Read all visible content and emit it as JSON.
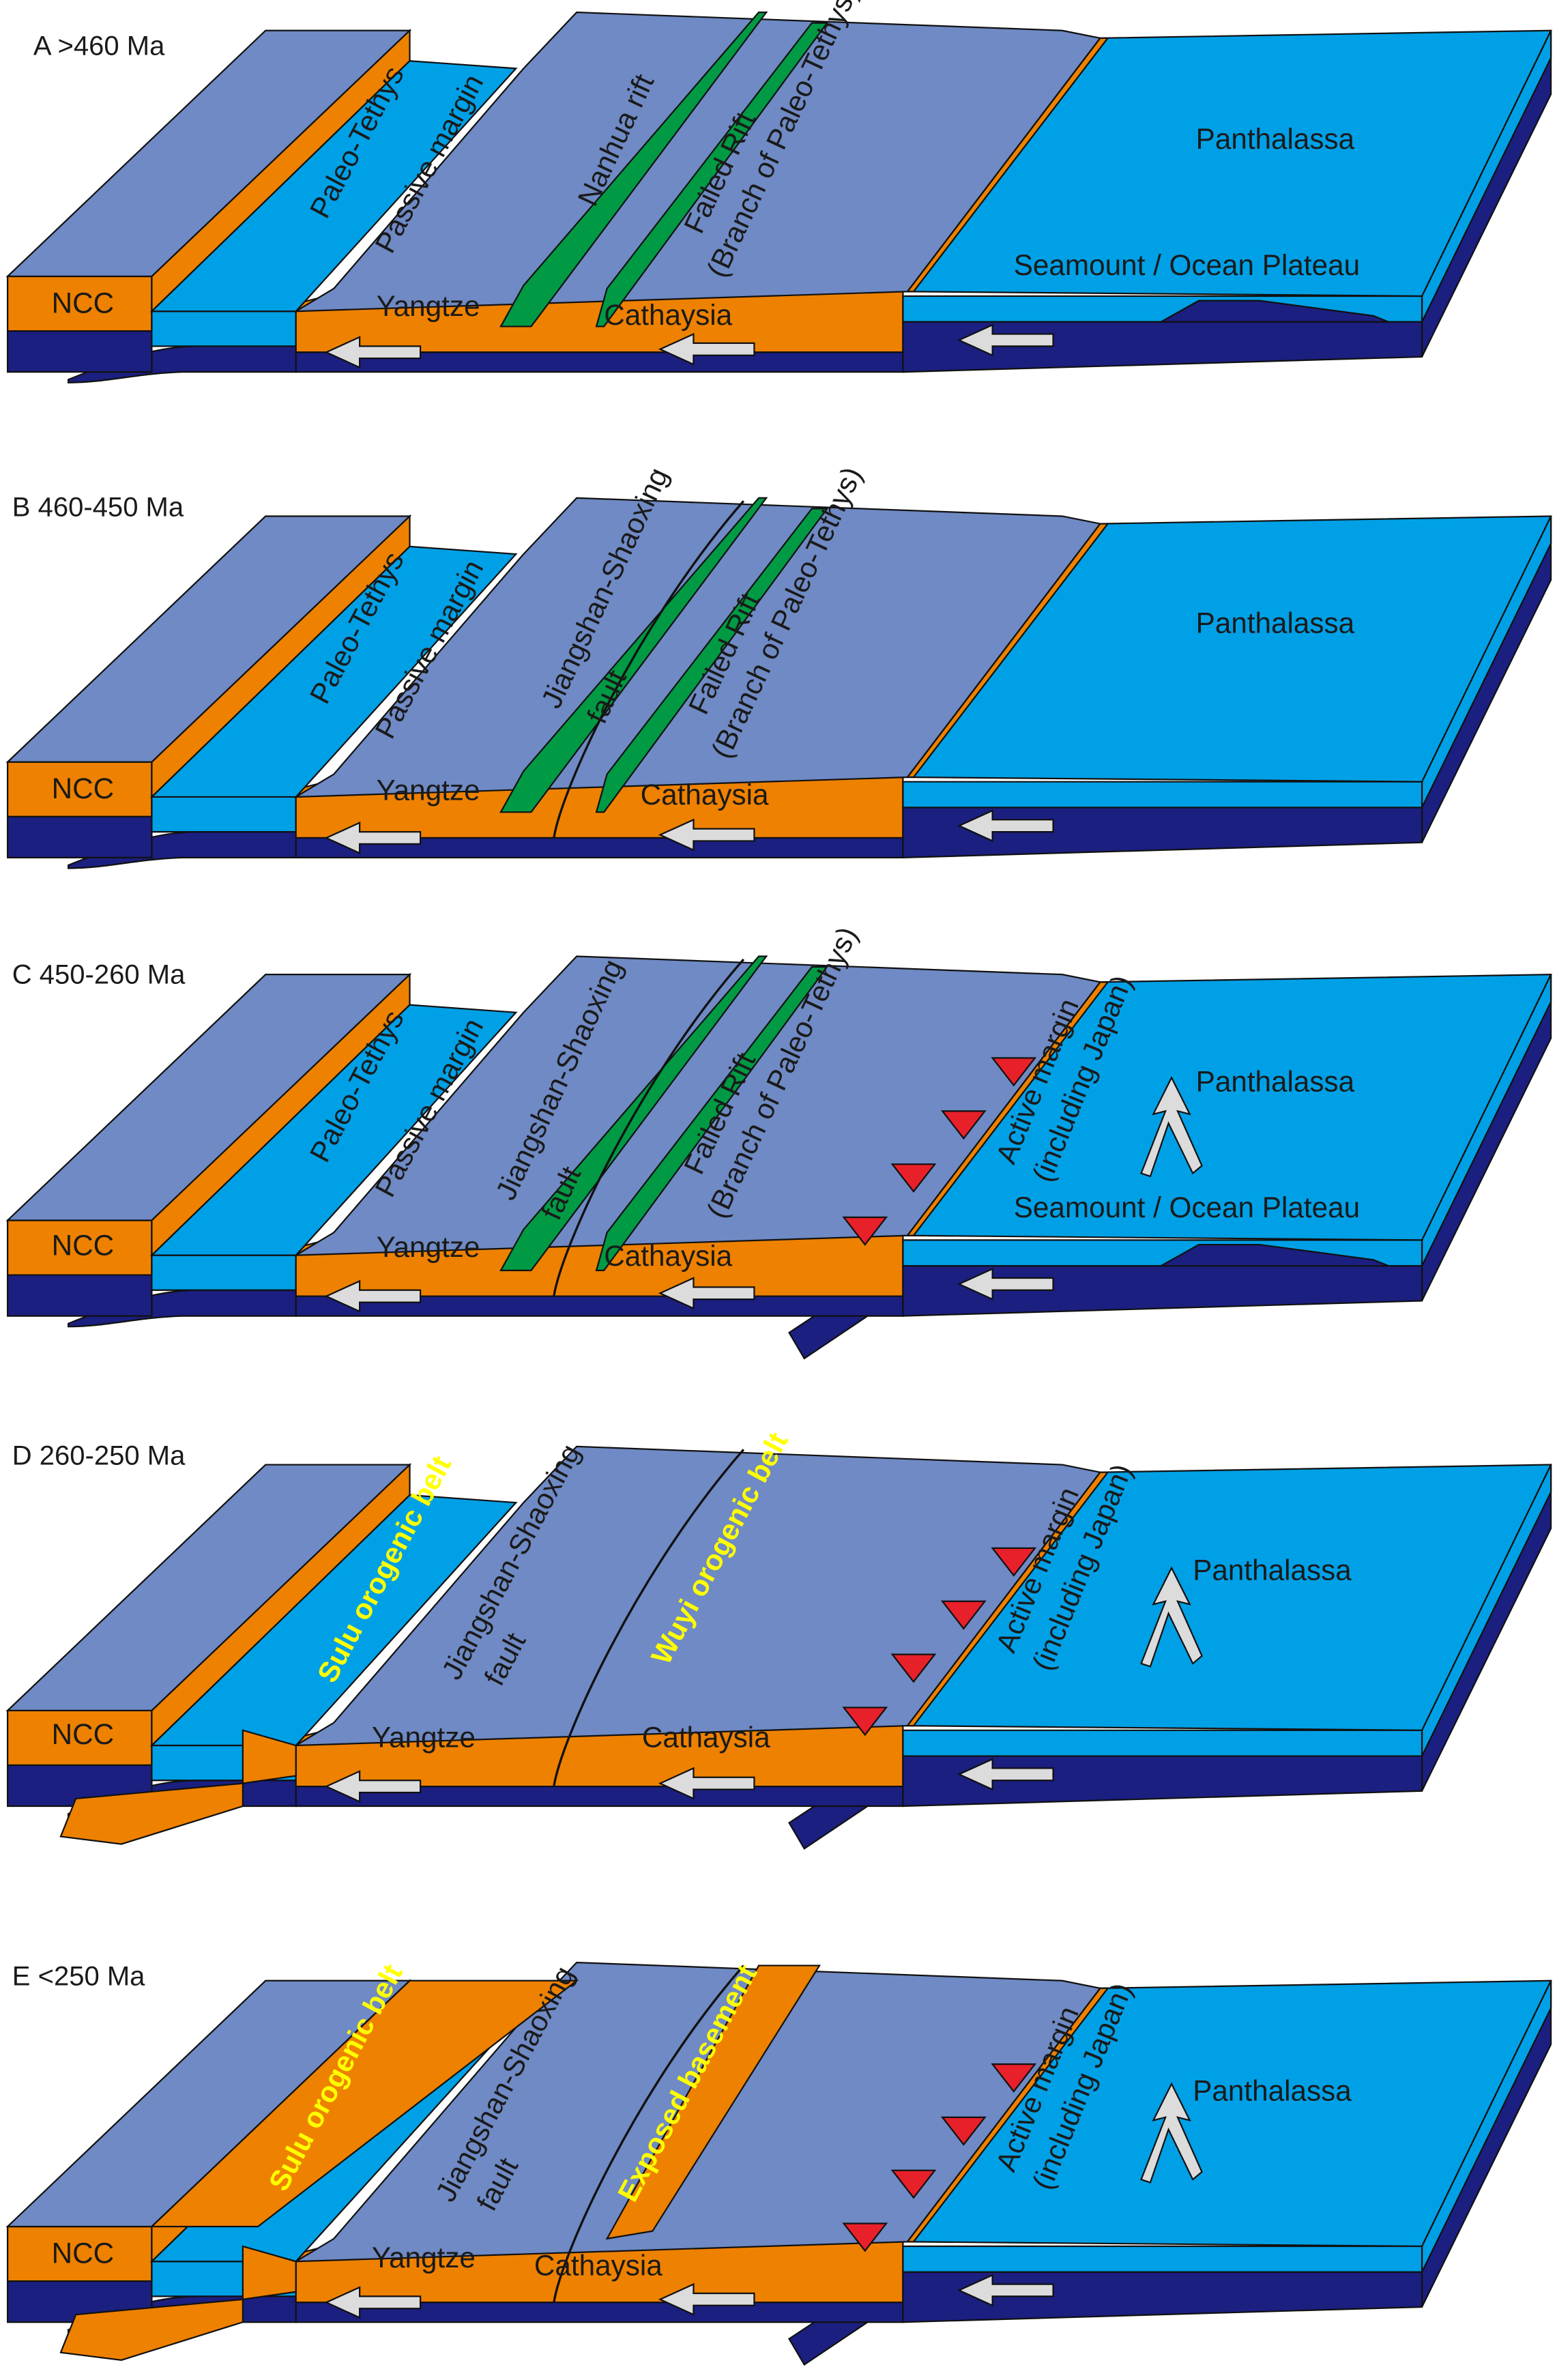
{
  "colors": {
    "crust": "#6f8ac4",
    "continent": "#ee8100",
    "ocean": "#00a0e6",
    "mantle": "#1b1f80",
    "rift": "#009a44",
    "arrow": "#dcdcdc",
    "volcano": "#e8202a",
    "belt_label": "#ffff00"
  },
  "panels": [
    {
      "title": "A  >460 Ma",
      "labels": {
        "paleo_tethys": "Paleo-Tethys",
        "passive_margin": "Passive margin",
        "nanhua": "Nanhua rift",
        "failed_rift": "Failed Rift",
        "branch": "(Branch of Paleo-Tethys)",
        "panthalassa": "Panthalassa",
        "seamount": "Seamount / Ocean Plateau",
        "ncc": "NCC",
        "yangtze": "Yangtze",
        "cathaysia": "Cathaysia"
      }
    },
    {
      "title": "B 460-450 Ma",
      "labels": {
        "paleo_tethys": "Paleo-Tethys",
        "passive_margin": "Passive margin",
        "js": "Jiangshan-Shaoxing",
        "fault": "fault",
        "failed_rift": "Failed Rift",
        "branch": "(Branch of Paleo-Tethys)",
        "panthalassa": "Panthalassa",
        "ncc": "NCC",
        "yangtze": "Yangtze",
        "cathaysia": "Cathaysia"
      }
    },
    {
      "title": "C  450-260 Ma",
      "labels": {
        "paleo_tethys": "Paleo-Tethys",
        "passive_margin": "Passive margin",
        "js": "Jiangshan-Shaoxing",
        "fault": "fault",
        "failed_rift": "Failed Rift",
        "branch": "(Branch of Paleo-Tethys)",
        "active": "Active margin",
        "japan": "(including Japan)",
        "panthalassa": "Panthalassa",
        "seamount": "Seamount / Ocean Plateau",
        "ncc": "NCC",
        "yangtze": "Yangtze",
        "cathaysia": "Cathaysia"
      }
    },
    {
      "title": "D  260-250 Ma",
      "labels": {
        "sulu": "Sulu orogenic belt",
        "js": "Jiangshan-Shaoxing",
        "fault": "fault",
        "wuyi": "Wuyi orogenic belt",
        "active": "Active margin",
        "japan": "(including Japan)",
        "panthalassa": "Panthalassa",
        "ncc": "NCC",
        "yangtze": "Yangtze",
        "cathaysia": "Cathaysia"
      }
    },
    {
      "title": "E  <250 Ma",
      "labels": {
        "sulu": "Sulu orogenic belt",
        "js": "Jiangshan-Shaoxing",
        "fault": "fault",
        "exposed": "Exposed basement",
        "active": "Active margin",
        "japan": "(including Japan)",
        "panthalassa": "Panthalassa",
        "ncc": "NCC",
        "yangtze": "Yangtze",
        "cathaysia": "Cathaysia"
      }
    }
  ]
}
